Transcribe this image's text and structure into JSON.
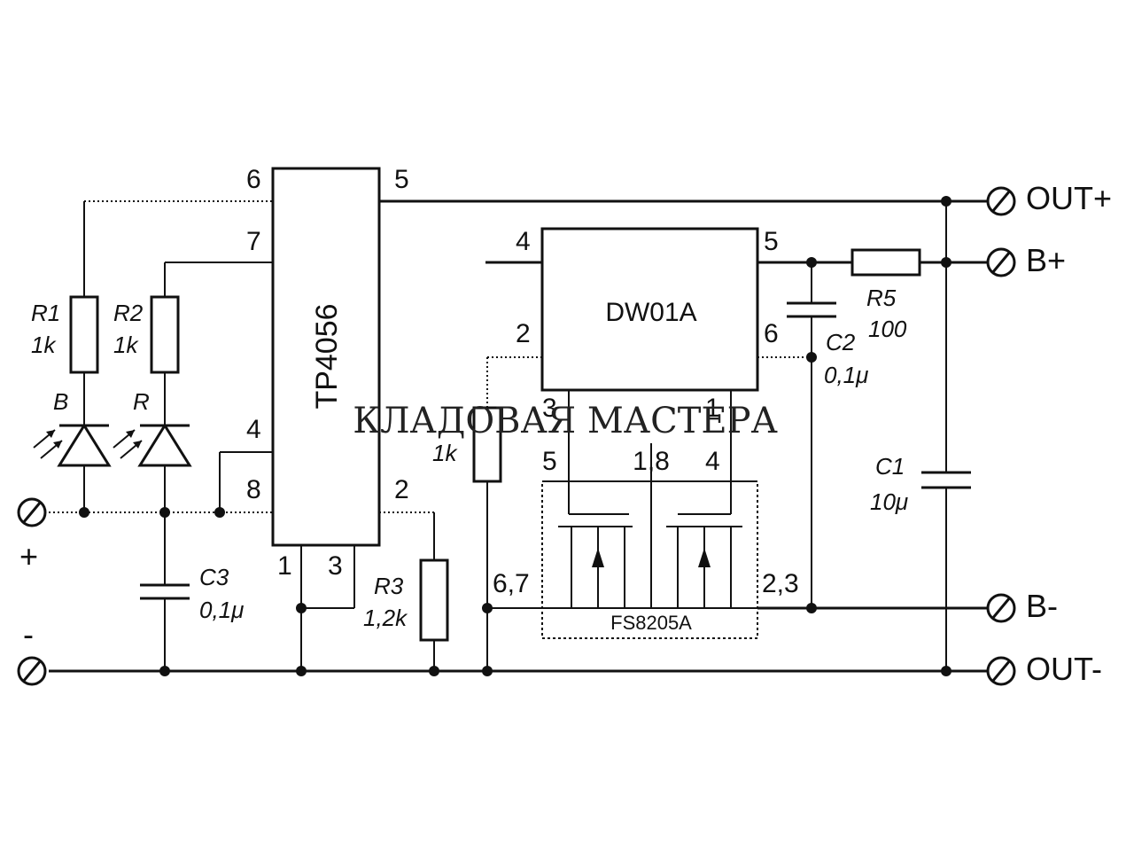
{
  "chips": {
    "tp4056": "TP4056",
    "dw01a": "DW01A",
    "fs8205a": "FS8205A"
  },
  "pins": {
    "tp_6": "6",
    "tp_5": "5",
    "tp_7": "7",
    "tp_4": "4",
    "tp_8": "8",
    "tp_2": "2",
    "tp_1": "1",
    "tp_3": "3",
    "dw_4": "4",
    "dw_5": "5",
    "dw_2": "2",
    "dw_6": "6",
    "dw_3": "3",
    "dw_1": "1",
    "fs_5": "5",
    "fs_18": "1,8",
    "fs_4": "4",
    "fs_67": "6,7",
    "fs_23": "2,3"
  },
  "components": {
    "r1_name": "R1",
    "r1_value": "1k",
    "r2_name": "R2",
    "r2_value": "1k",
    "r3_name": "R3",
    "r3_value": "1,2k",
    "r4_value": "1k",
    "r5_name": "R5",
    "r5_value": "100",
    "c1_name": "C1",
    "c1_value": "10μ",
    "c2_name": "C2",
    "c2_value": "0,1μ",
    "c3_name": "C3",
    "c3_value": "0,1μ",
    "led_b": "B",
    "led_r": "R"
  },
  "terminals": {
    "out_plus": "OUT+",
    "b_plus": "B+",
    "b_minus": "B-",
    "out_minus": "OUT-",
    "in_plus": "+",
    "in_minus": "-"
  },
  "watermark": "КЛАДОВАЯ МАСТЕРА"
}
